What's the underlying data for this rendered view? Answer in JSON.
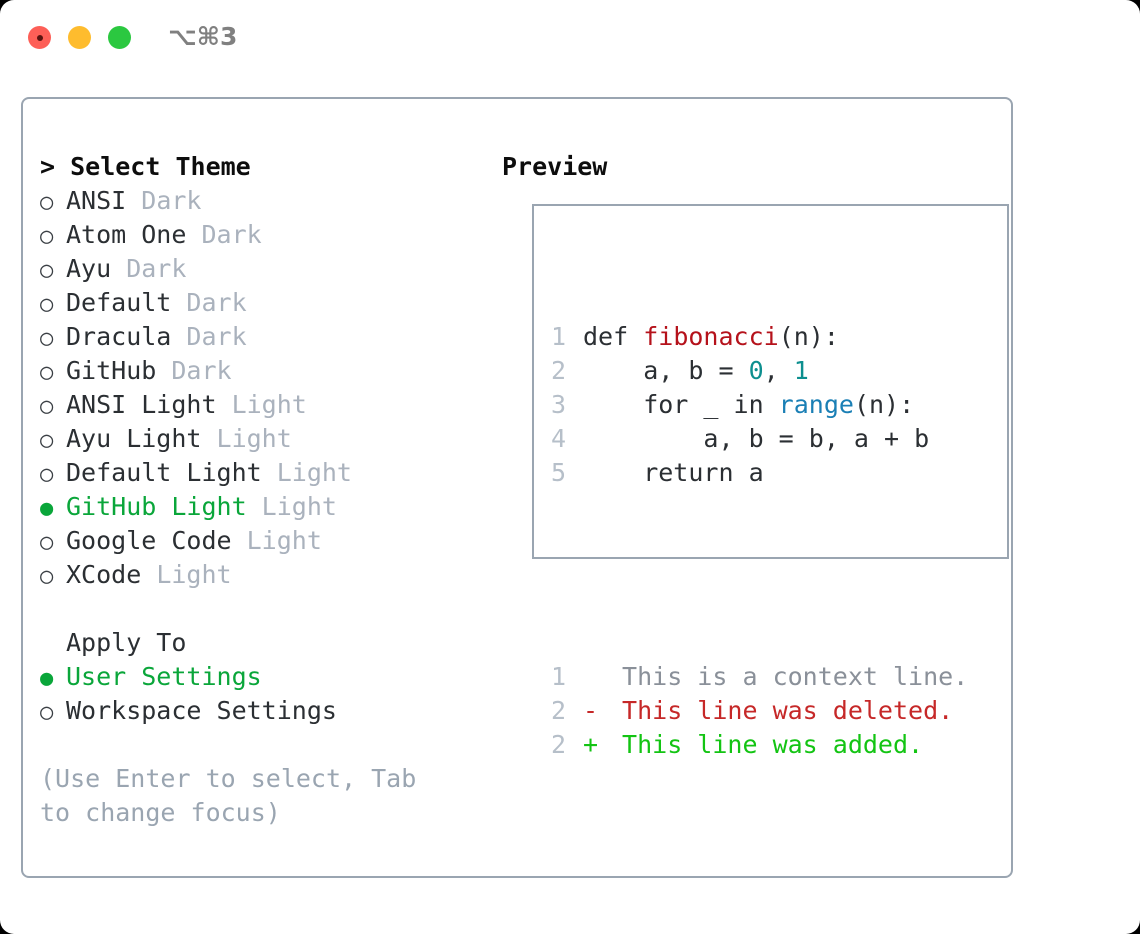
{
  "window": {
    "shortcut": "⌥⌘3",
    "traffic_lights": [
      "close",
      "minimize",
      "maximize"
    ],
    "colors": {
      "accent_green": "#0aa63a",
      "border": "#9aa5b1",
      "muted": "#aab2bd",
      "text": "#2b2f33",
      "diff_add": "#13c413",
      "diff_del": "#c62828",
      "diff_ctx": "#8a9099",
      "code_fn": "#b5121b",
      "code_builtin": "#1a7fb5",
      "code_number": "#0d8f8f",
      "line_number": "#b6bfc9"
    }
  },
  "theme_picker": {
    "title": "> Select Theme",
    "items": [
      {
        "bullet": "○",
        "label": "ANSI",
        "suffix": "Dark",
        "selected": false
      },
      {
        "bullet": "○",
        "label": "Atom One",
        "suffix": "Dark",
        "selected": false
      },
      {
        "bullet": "○",
        "label": "Ayu",
        "suffix": "Dark",
        "selected": false
      },
      {
        "bullet": "○",
        "label": "Default",
        "suffix": "Dark",
        "selected": false
      },
      {
        "bullet": "○",
        "label": "Dracula",
        "suffix": "Dark",
        "selected": false
      },
      {
        "bullet": "○",
        "label": "GitHub",
        "suffix": "Dark",
        "selected": false
      },
      {
        "bullet": "○",
        "label": "ANSI Light",
        "suffix": "Light",
        "selected": false
      },
      {
        "bullet": "○",
        "label": "Ayu Light",
        "suffix": "Light",
        "selected": false
      },
      {
        "bullet": "○",
        "label": "Default Light",
        "suffix": "Light",
        "selected": false
      },
      {
        "bullet": "●",
        "label": "GitHub Light",
        "suffix": "Light",
        "selected": true
      },
      {
        "bullet": "○",
        "label": "Google Code",
        "suffix": "Light",
        "selected": false
      },
      {
        "bullet": "○",
        "label": "XCode",
        "suffix": "Light",
        "selected": false
      }
    ]
  },
  "apply_to": {
    "title": "Apply To",
    "items": [
      {
        "bullet": "●",
        "label": "User Settings",
        "selected": true
      },
      {
        "bullet": "○",
        "label": "Workspace Settings",
        "selected": false
      }
    ]
  },
  "hint": "(Use Enter to select, Tab to change focus)",
  "preview": {
    "title": "Preview",
    "code_lines": [
      {
        "ln": "1",
        "tokens": [
          {
            "t": "def ",
            "c": "plain"
          },
          {
            "t": "fibonacci",
            "c": "fn"
          },
          {
            "t": "(n):",
            "c": "plain"
          }
        ]
      },
      {
        "ln": "2",
        "tokens": [
          {
            "t": "    a, b = ",
            "c": "plain"
          },
          {
            "t": "0",
            "c": "num"
          },
          {
            "t": ", ",
            "c": "plain"
          },
          {
            "t": "1",
            "c": "num"
          }
        ]
      },
      {
        "ln": "3",
        "tokens": [
          {
            "t": "    for _ in ",
            "c": "plain"
          },
          {
            "t": "range",
            "c": "bi"
          },
          {
            "t": "(n):",
            "c": "plain"
          }
        ]
      },
      {
        "ln": "4",
        "tokens": [
          {
            "t": "        a, b = b, a + b",
            "c": "plain"
          }
        ]
      },
      {
        "ln": "5",
        "tokens": [
          {
            "t": "    return a",
            "c": "plain"
          }
        ]
      }
    ],
    "diff_lines": [
      {
        "ln": "1",
        "marker": " ",
        "text": " This is a context line.",
        "kind": "ctx"
      },
      {
        "ln": "2",
        "marker": "-",
        "text": " This line was deleted.",
        "kind": "del"
      },
      {
        "ln": "2",
        "marker": "+",
        "text": " This line was added.",
        "kind": "add"
      }
    ]
  }
}
